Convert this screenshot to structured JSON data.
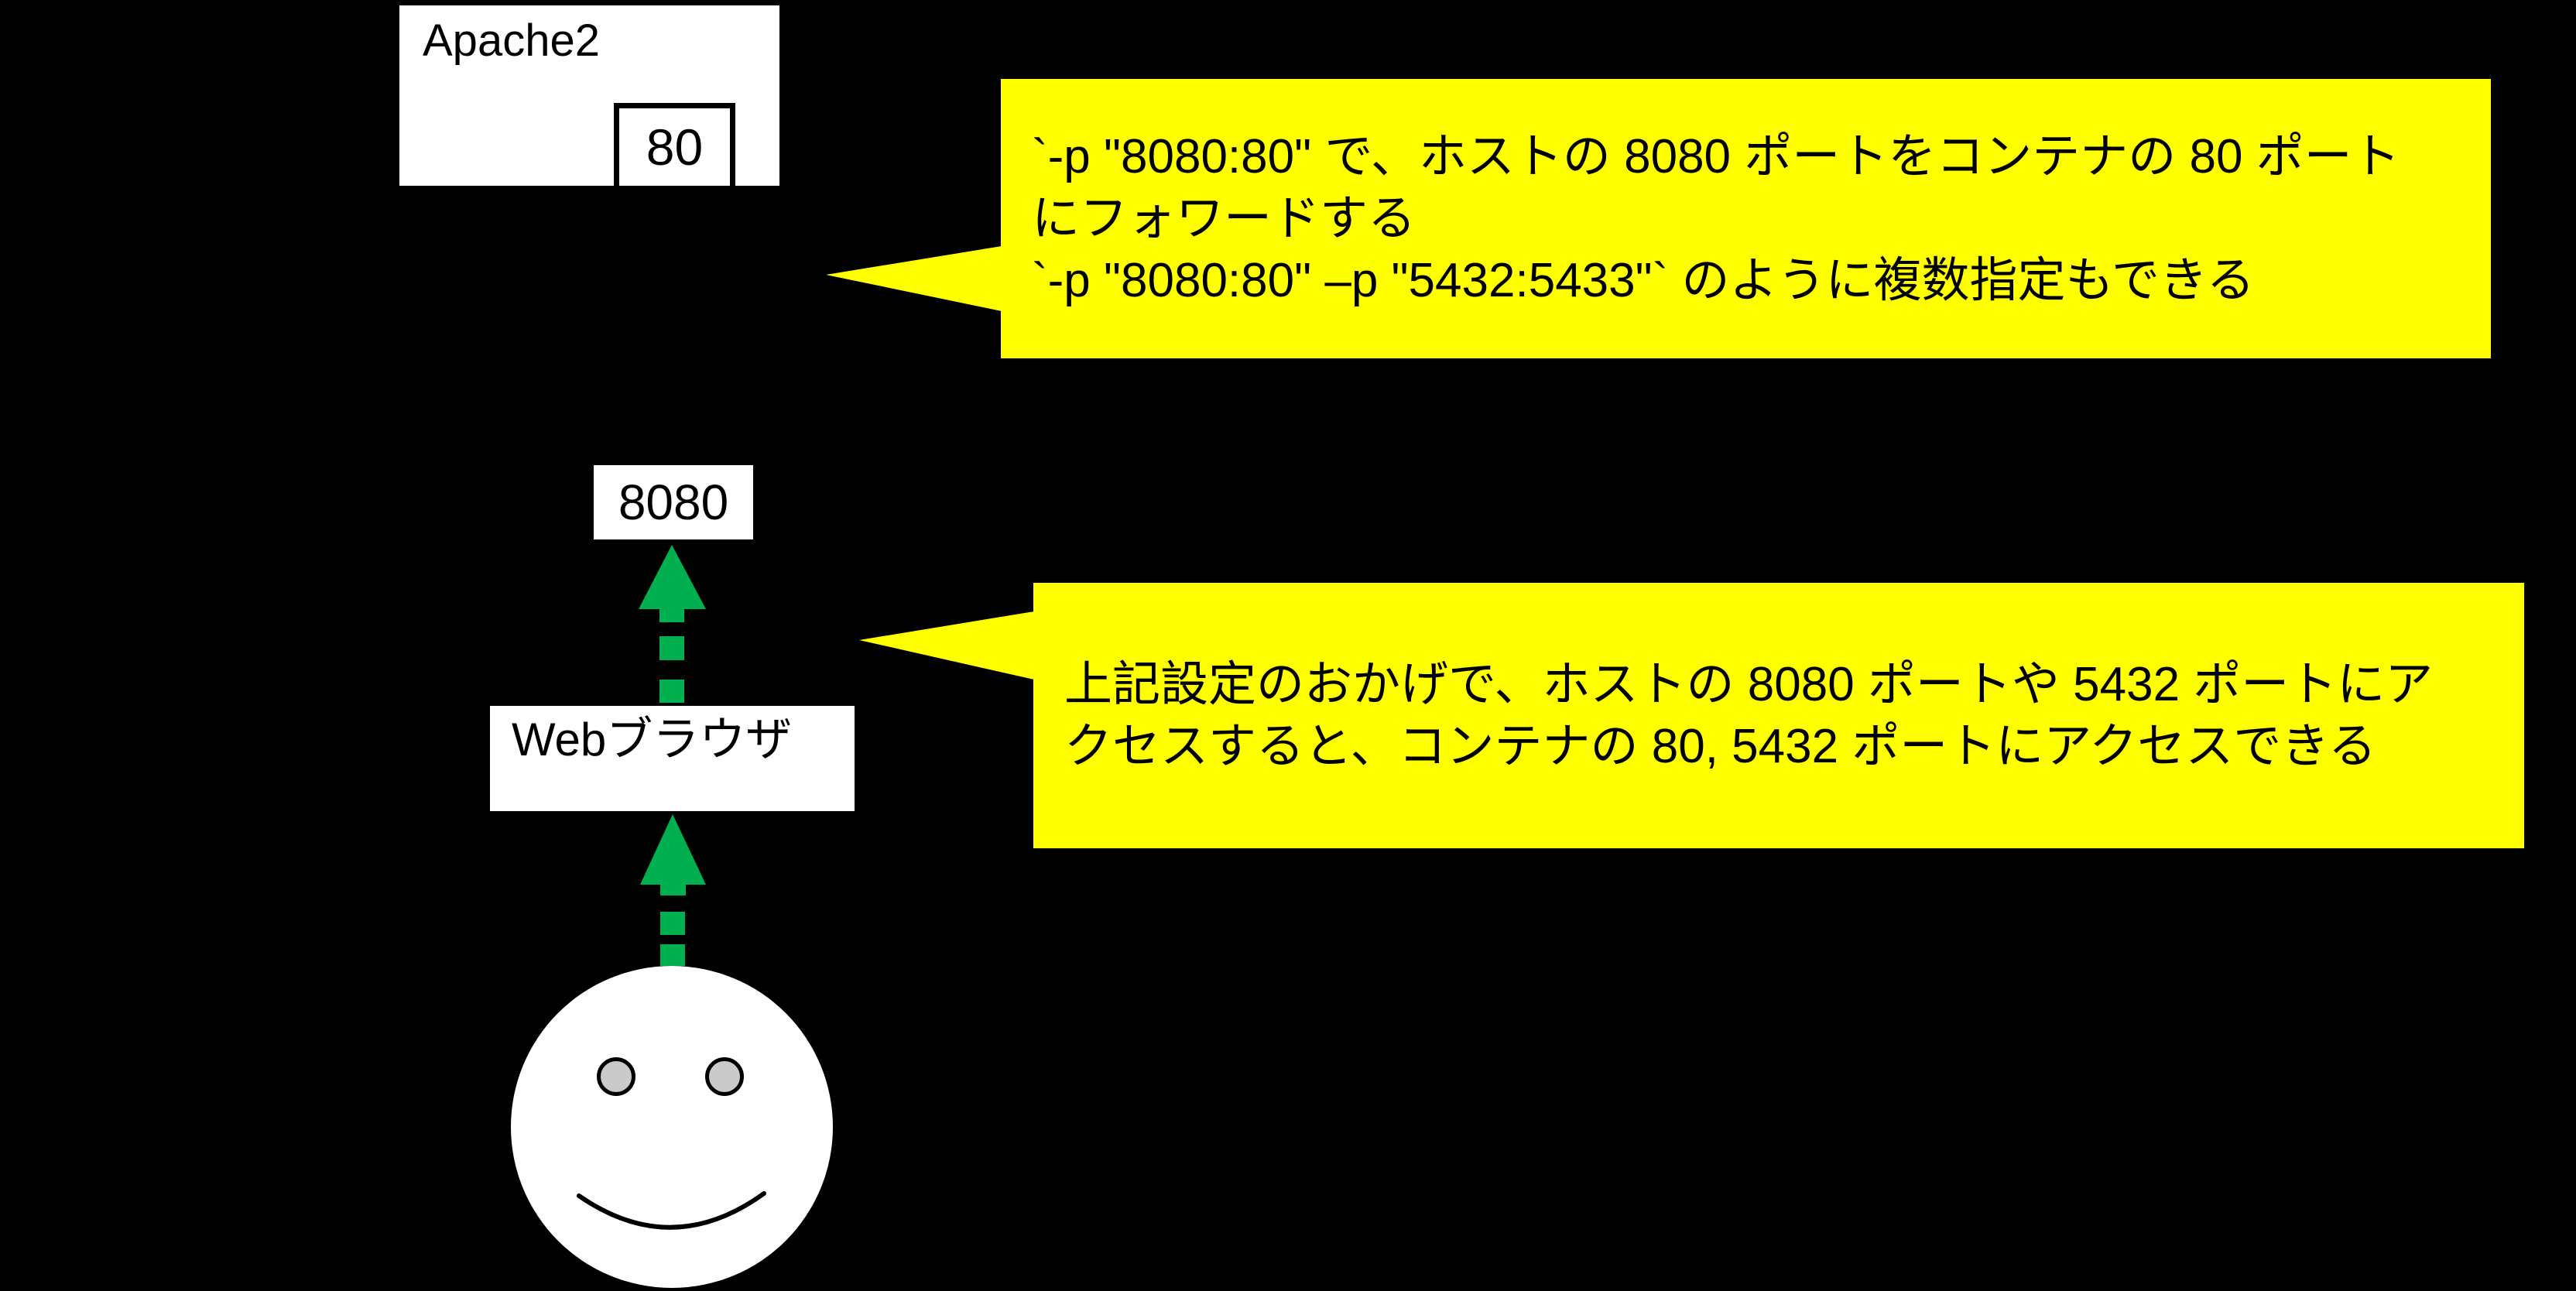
{
  "diagram": {
    "title_hint": "Docker port forwarding diagram",
    "apache_box": {
      "title": "Apache2",
      "port_label": "80"
    },
    "host_port_box": {
      "label": "8080"
    },
    "browser_box": {
      "label": "Webブラウザ"
    },
    "bubble1": {
      "lines": [
        "`-p \"8080:80\" で、ホストの 8080 ポートをコンテナの 80 ポート",
        "にフォワードする",
        "`-p \"8080:80\" –p \"5432:5433\"` のように複数指定もできる"
      ]
    },
    "bubble2": {
      "lines": [
        "上記設定のおかげで、ホストの 8080 ポートや 5432 ポートにア",
        "クセスすると、コンテナの 80, 5432 ポートにアクセスできる"
      ]
    },
    "colors": {
      "background": "#000000",
      "box_fill": "#FFFFFF",
      "bubble_fill": "#FFFF00",
      "arrow_green": "#00B050",
      "eye_fill": "#CACACA",
      "text": "#000000"
    }
  }
}
